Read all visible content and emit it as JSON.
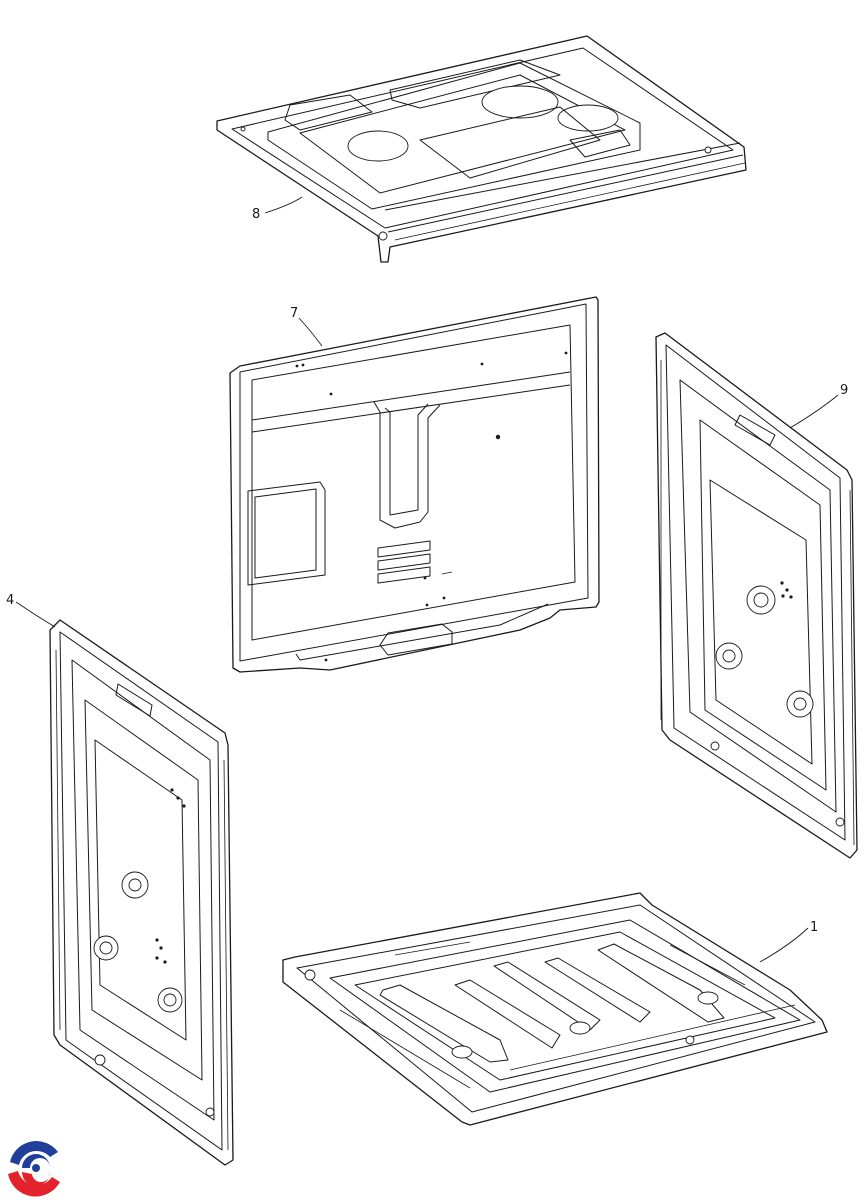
{
  "diagram": {
    "callouts": [
      {
        "id": "p8",
        "label": "8"
      },
      {
        "id": "p7",
        "label": "7"
      },
      {
        "id": "p9",
        "label": "9"
      },
      {
        "id": "p4",
        "label": "4"
      },
      {
        "id": "p1",
        "label": "1"
      }
    ]
  },
  "logo": {
    "icon": "brand-swirl-icon",
    "colors": {
      "blue": "#1f3f9a",
      "red": "#e3222b"
    }
  }
}
